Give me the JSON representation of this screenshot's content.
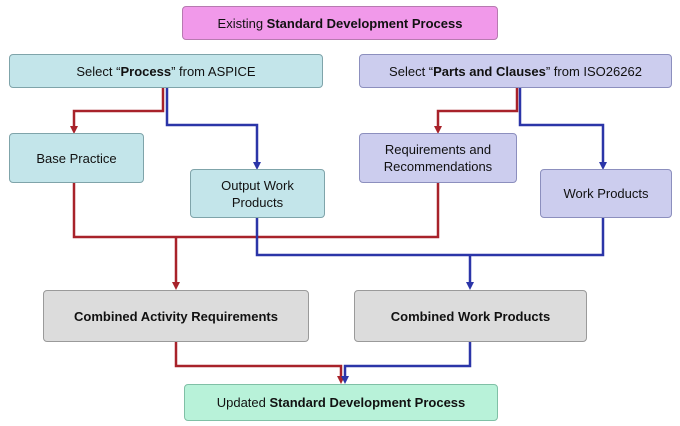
{
  "nodes": {
    "existing": {
      "prefix": "Existing ",
      "bold": "Standard Development Process",
      "suffix": ""
    },
    "aspice": {
      "prefix": "Select “",
      "bold": "Process",
      "suffix": "” from ASPICE"
    },
    "iso": {
      "prefix": "Select “",
      "bold": "Parts and Clauses",
      "suffix": "” from ISO26262"
    },
    "base": {
      "label": "Base Practice"
    },
    "output": {
      "line1": "Output Work",
      "line2": "Products"
    },
    "req": {
      "line1": "Requirements and",
      "line2": "Recommendations"
    },
    "wp": {
      "label": "Work Products"
    },
    "combined_activity": {
      "label": "Combined Activity Requirements"
    },
    "combined_wp": {
      "label": "Combined Work Products"
    },
    "updated": {
      "prefix": "Updated ",
      "bold": "Standard Development Process",
      "suffix": ""
    }
  },
  "colors": {
    "red_line": "#a8222a",
    "blue_line": "#2b35a8"
  }
}
